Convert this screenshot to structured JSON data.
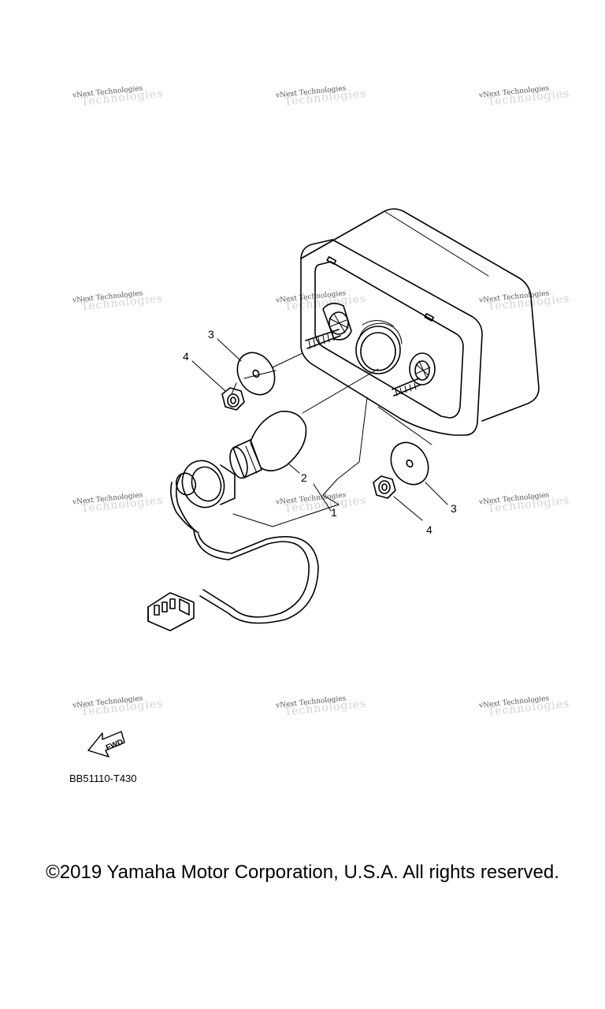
{
  "diagram": {
    "callouts": [
      "1",
      "2",
      "3",
      "4",
      "3",
      "4"
    ],
    "fwd_label": "FWD",
    "part_code": "BB51110-T430"
  },
  "watermark": {
    "text": "vNext Technologies",
    "ghost_text": "Technologies"
  },
  "footer": {
    "copyright": "©2019 Yamaha Motor Corporation, U.S.A. All rights reserved."
  }
}
